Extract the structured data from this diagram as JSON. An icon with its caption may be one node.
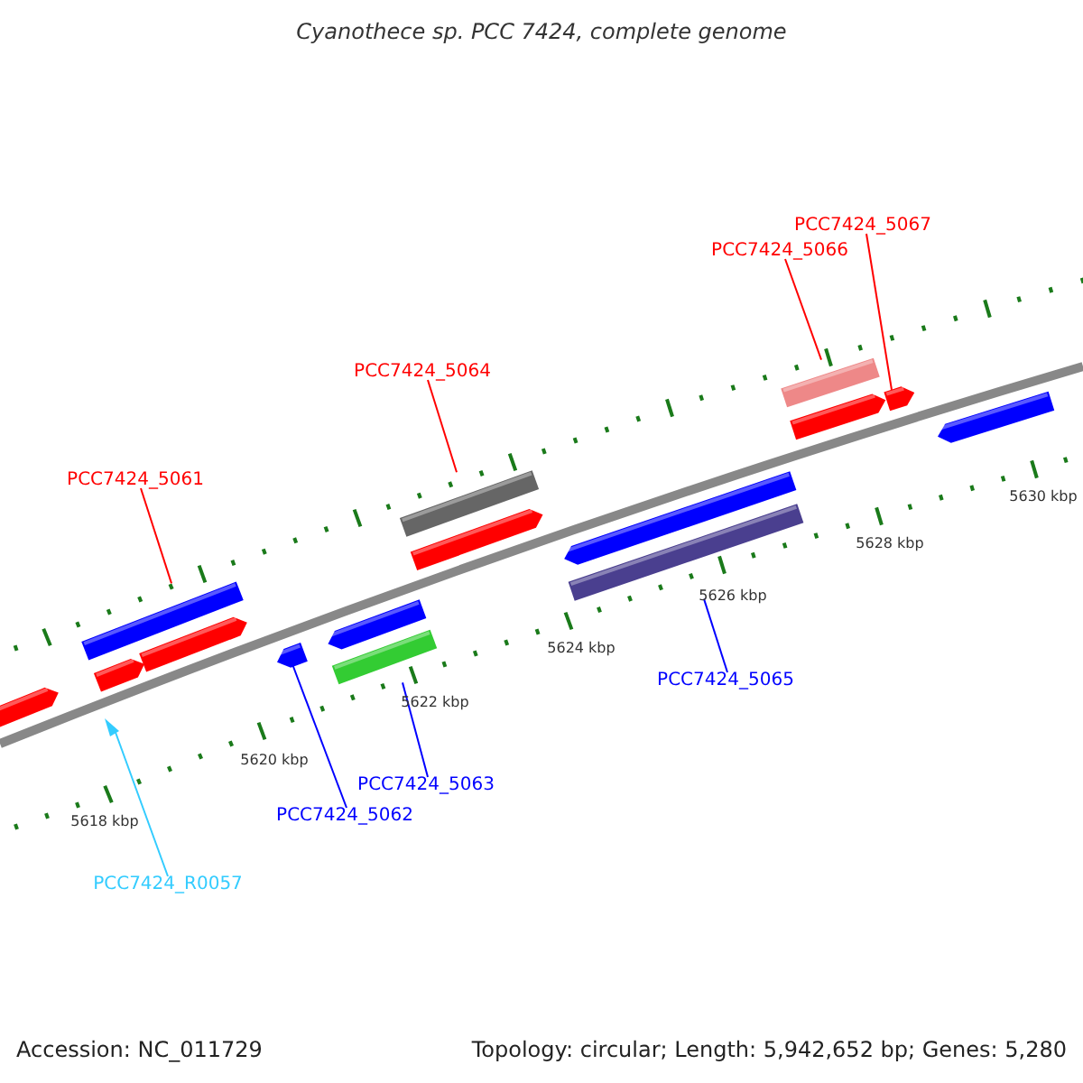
{
  "diagram": {
    "title": "Cyanothece sp. PCC 7424, complete genome",
    "nodes": [
      {
        "text": [
          "PCC7424_5067"
        ]
      },
      {
        "text": [
          "PCC7424_5066"
        ]
      },
      {
        "text": [
          "PCC7424_5064"
        ]
      },
      {
        "text": [
          "PCC7424_5061"
        ]
      },
      {
        "text": [
          "PCC7424_5065"
        ]
      },
      {
        "text": [
          "PCC7424_5063"
        ]
      },
      {
        "text": [
          "PCC7424_5062"
        ]
      },
      {
        "text": [
          "PCC7424_R0057"
        ]
      },
      {
        "text": [],
        "shape": "arrow"
      },
      {
        "text": [],
        "shape": "triangle"
      },
      {
        "text": [],
        "shape": "arrow"
      },
      {
        "text": [],
        "shape": "bar"
      },
      {
        "text": [],
        "shape": "arrow"
      },
      {
        "text": [],
        "shape": "arrow"
      },
      {
        "text": [],
        "shape": "arrow"
      },
      {
        "text": [],
        "shape": "bar"
      },
      {
        "text": [],
        "shape": "bar"
      },
      {
        "text": [],
        "shape": "arrow"
      },
      {
        "text": [],
        "shape": "arrow"
      },
      {
        "text": [],
        "shape": "bar"
      },
      {
        "text": [],
        "shape": "bar"
      },
      {
        "text": [],
        "shape": "arrow"
      },
      {
        "text": [],
        "shape": "arrow"
      },
      {
        "text": [],
        "shape": "arrow"
      }
    ],
    "edges": [
      {
        "from": 3,
        "to": 11,
        "arrow": "none"
      },
      {
        "from": 2,
        "to": 16,
        "arrow": "none"
      },
      {
        "from": 1,
        "to": 20,
        "arrow": "none"
      },
      {
        "from": 0,
        "to": 22,
        "arrow": "none"
      },
      {
        "from": 4,
        "to": 19,
        "arrow": "none",
        "color": "#0000ff"
      },
      {
        "from": 5,
        "to": 15,
        "arrow": "none",
        "color": "#0000ff"
      },
      {
        "from": 6,
        "to": 13,
        "arrow": "none",
        "color": "#0000ff"
      },
      {
        "from": 7,
        "to": 9,
        "arrow": "none",
        "color": "#33ccff"
      }
    ],
    "labels": [
      "5618 kbp",
      "5620 kbp",
      "5622 kbp",
      "5624 kbp",
      "5626 kbp",
      "5628 kbp",
      "5630 kbp",
      "Accession: NC_011729",
      "Topology: circular; Length: 5,942,652 bp; Genes: 5,280"
    ]
  }
}
